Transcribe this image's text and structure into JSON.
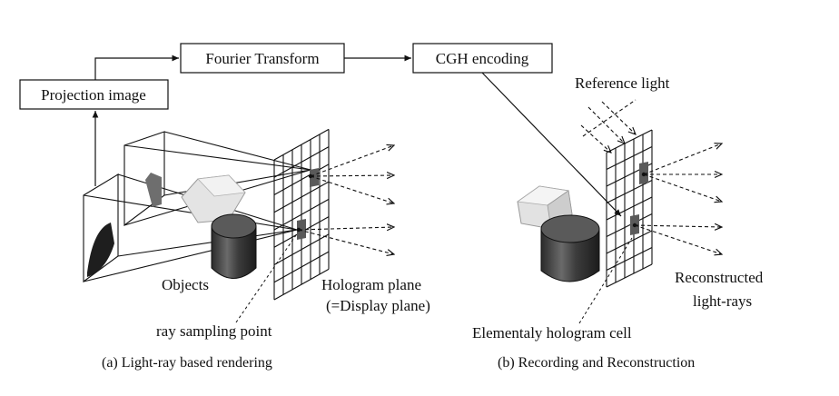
{
  "boxes": {
    "projection_image": "Projection image",
    "fourier_transform": "Fourier Transform",
    "cgh_encoding": "CGH encoding"
  },
  "labels_left": {
    "objects": "Objects",
    "hologram_plane": "Hologram plane",
    "display_plane": "(=Display plane)",
    "ray_sampling_point": "ray sampling point"
  },
  "labels_right": {
    "reference_light": "Reference light",
    "reconstructed": "Reconstructed",
    "light_rays": "light-rays",
    "elementaly_cell": "Elementaly hologram cell"
  },
  "captions": {
    "a": "(a) Light-ray based rendering",
    "b": "(b) Recording and Reconstruction"
  }
}
